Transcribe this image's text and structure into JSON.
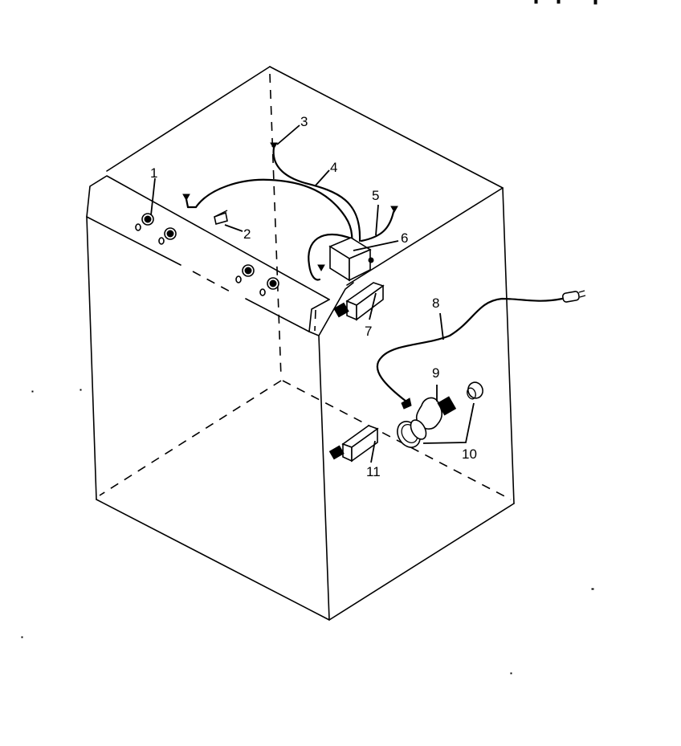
{
  "diagram": {
    "type": "exploded-parts-view",
    "subject": "cabinet with control panel and wiring",
    "line_color": "#000000",
    "background": "#ffffff"
  },
  "callouts": [
    {
      "id": "1",
      "label": "1"
    },
    {
      "id": "2",
      "label": "2"
    },
    {
      "id": "3",
      "label": "3"
    },
    {
      "id": "4",
      "label": "4"
    },
    {
      "id": "5",
      "label": "5"
    },
    {
      "id": "6",
      "label": "6"
    },
    {
      "id": "7",
      "label": "7"
    },
    {
      "id": "8",
      "label": "8"
    },
    {
      "id": "9",
      "label": "9"
    },
    {
      "id": "10",
      "label": "10"
    },
    {
      "id": "11",
      "label": "11"
    }
  ]
}
